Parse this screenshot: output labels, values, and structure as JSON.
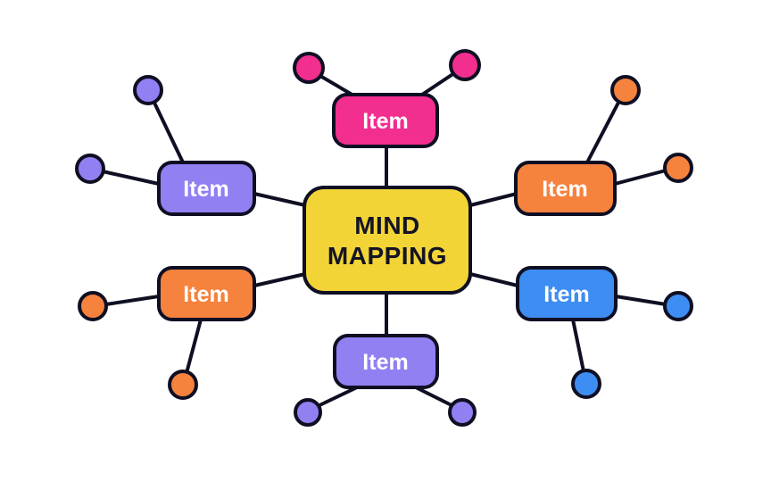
{
  "diagram": {
    "background": "#ffffff",
    "stroke": {
      "color": "#0f0f23",
      "width": 4
    }
  },
  "center": {
    "line1": "MIND",
    "line2": "MAPPING",
    "color": "#f2d437",
    "text_color": "#141425"
  },
  "branches": {
    "top": {
      "label": "Item",
      "color": "#f22e8f",
      "text_color": "#ffffff"
    },
    "upper_left": {
      "label": "Item",
      "color": "#9180f2",
      "text_color": "#ffffff"
    },
    "upper_right": {
      "label": "Item",
      "color": "#f5823d",
      "text_color": "#ffffff"
    },
    "lower_left": {
      "label": "Item",
      "color": "#f5823d",
      "text_color": "#ffffff"
    },
    "lower_right": {
      "label": "Item",
      "color": "#3e8df2",
      "text_color": "#ffffff"
    },
    "bottom": {
      "label": "Item",
      "color": "#9180f2",
      "text_color": "#ffffff"
    }
  }
}
